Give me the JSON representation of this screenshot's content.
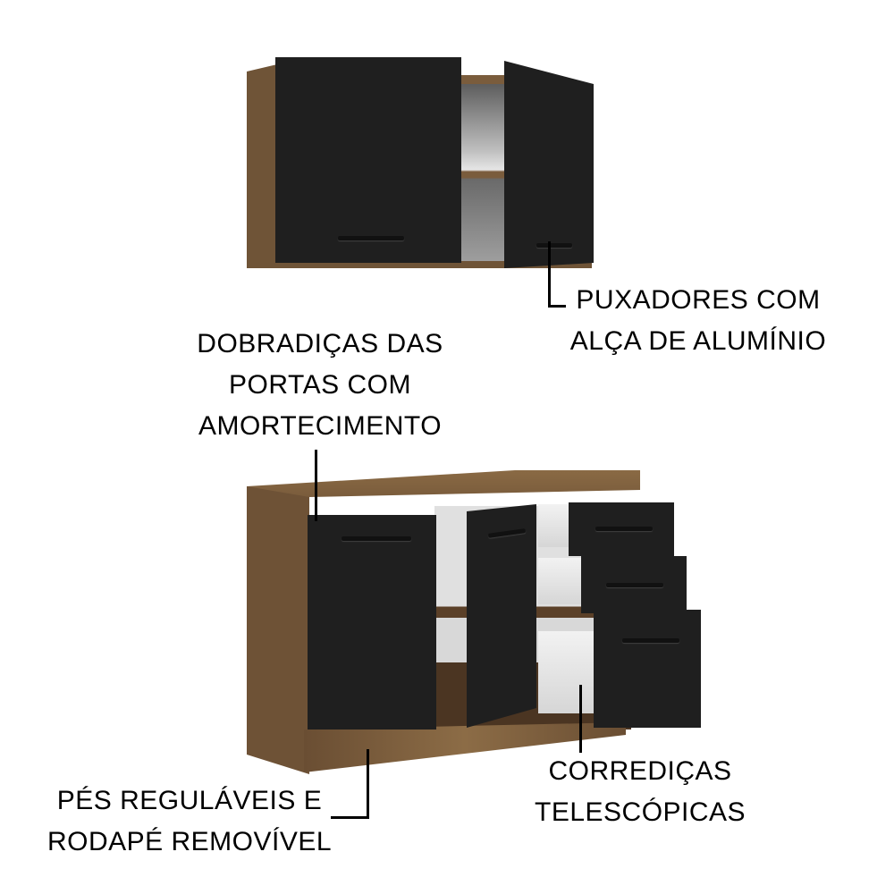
{
  "image": {
    "description": "Kitchen cabinet set product image with feature callouts",
    "colors": {
      "door_finish": "#1f1f1f",
      "wood_finish": "#7a5c3c",
      "background": "#ffffff",
      "text": "#000000"
    }
  },
  "products": {
    "upper_cabinet": {
      "name": "Upper wall cabinet",
      "doors": 2
    },
    "base_cabinet": {
      "name": "Base cabinet",
      "doors": 2,
      "drawers": 3
    }
  },
  "callouts": {
    "handles": {
      "lines": [
        "PUXADORES COM",
        "ALÇA DE ALUMÍNIO"
      ]
    },
    "hinges": {
      "lines": [
        "DOBRADIÇAS DAS",
        "PORTAS COM",
        "AMORTECIMENTO"
      ]
    },
    "feet": {
      "lines": [
        "PÉS REGULÁVEIS E",
        "RODAPÉ REMOVÍVEL"
      ]
    },
    "slides": {
      "lines": [
        "CORREDIÇAS",
        "TELESCÓPICAS"
      ]
    }
  }
}
